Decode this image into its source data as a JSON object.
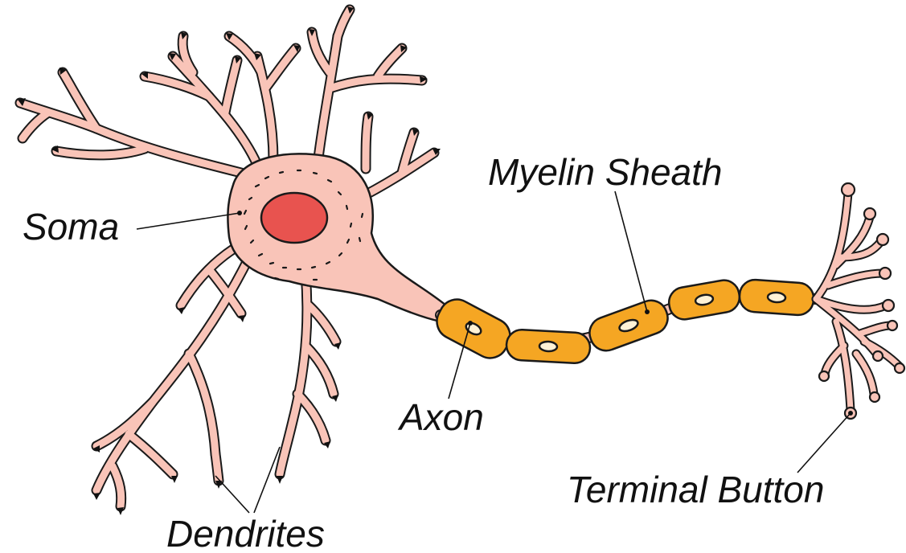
{
  "labels": {
    "soma": "Soma",
    "myelin_sheath": "Myelin Sheath",
    "axon": "Axon",
    "terminal_button": "Terminal Button",
    "dendrites": "Dendrites"
  },
  "colors": {
    "cell_body": "#f9c4b8",
    "nucleus": "#e8534f",
    "myelin": "#f5a623",
    "outline": "#111111",
    "background": "#ffffff"
  }
}
